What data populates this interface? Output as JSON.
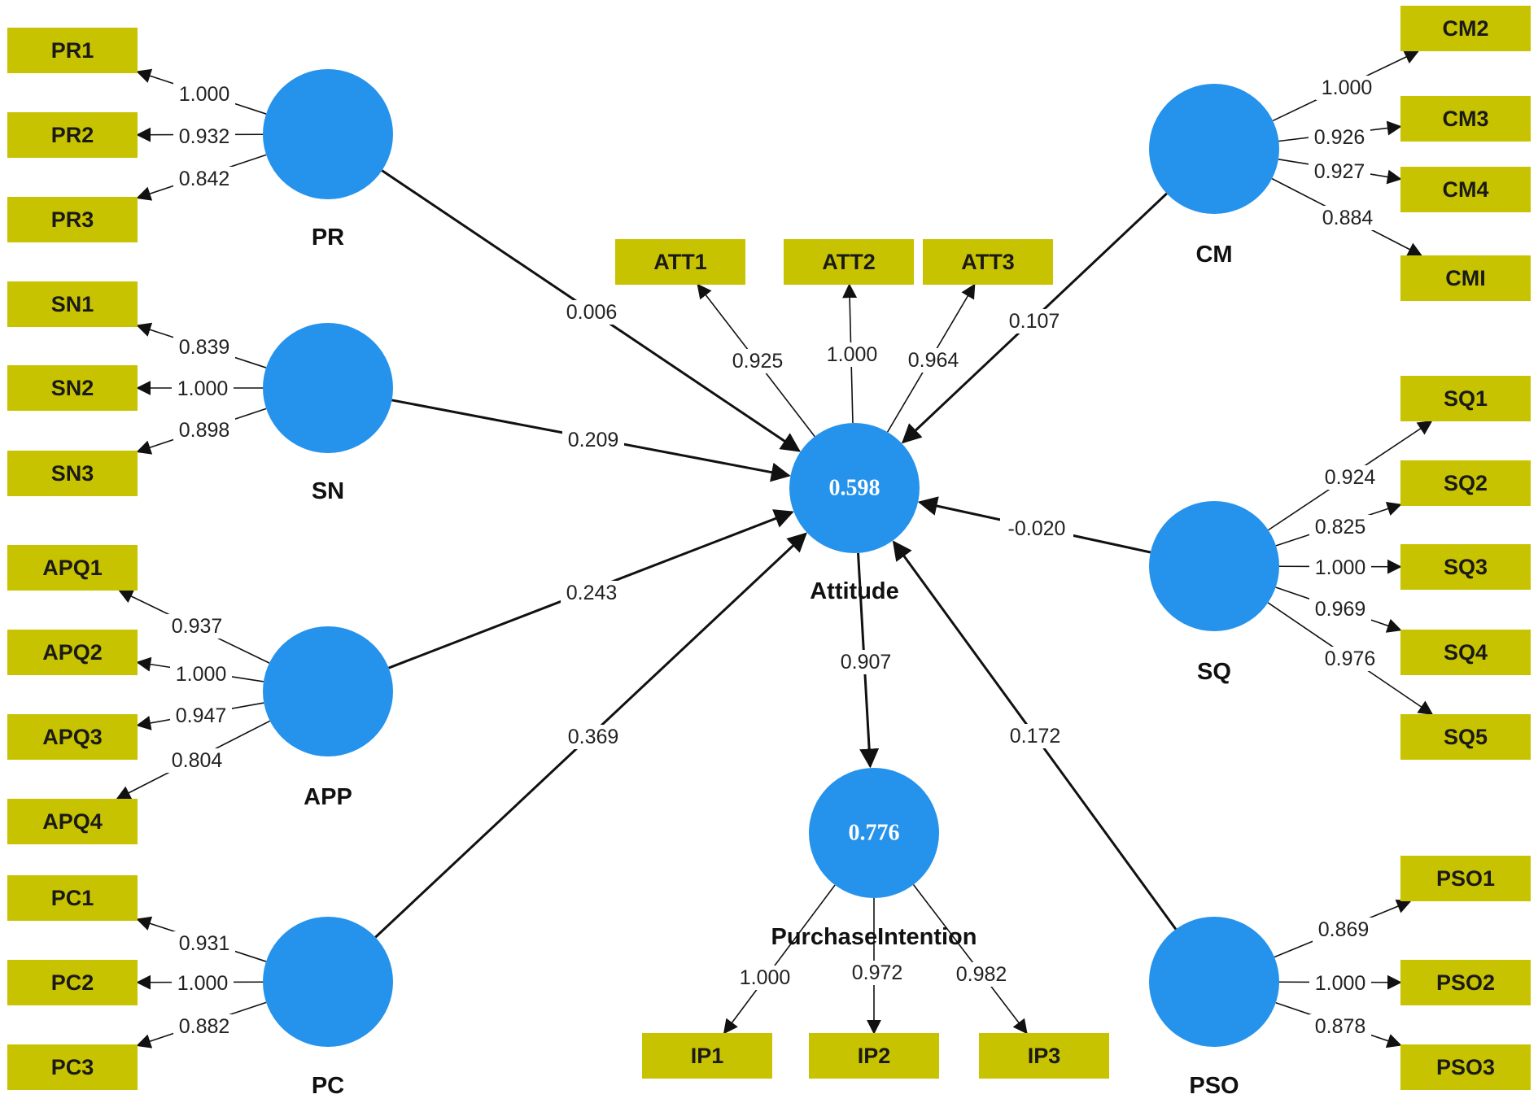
{
  "colors": {
    "indicator": "#c8c300",
    "latent": "#2592ec",
    "edge": "#111111"
  },
  "latents": {
    "PR": {
      "label": "PR",
      "value": ""
    },
    "SN": {
      "label": "SN",
      "value": ""
    },
    "APP": {
      "label": "APP",
      "value": ""
    },
    "PC": {
      "label": "PC",
      "value": ""
    },
    "CM": {
      "label": "CM",
      "value": ""
    },
    "SQ": {
      "label": "SQ",
      "value": ""
    },
    "PSO": {
      "label": "PSO",
      "value": ""
    },
    "ATT": {
      "label": "Attitude",
      "value": "0.598"
    },
    "PI": {
      "label": "PurchaseIntention",
      "value": "0.776"
    }
  },
  "indicators": {
    "PR1": "PR1",
    "PR2": "PR2",
    "PR3": "PR3",
    "SN1": "SN1",
    "SN2": "SN2",
    "SN3": "SN3",
    "APQ1": "APQ1",
    "APQ2": "APQ2",
    "APQ3": "APQ3",
    "APQ4": "APQ4",
    "PC1": "PC1",
    "PC2": "PC2",
    "PC3": "PC3",
    "CM2": "CM2",
    "CM3": "CM3",
    "CM4": "CM4",
    "CMI": "CMI",
    "SQ1": "SQ1",
    "SQ2": "SQ2",
    "SQ3": "SQ3",
    "SQ4": "SQ4",
    "SQ5": "SQ5",
    "PSO1": "PSO1",
    "PSO2": "PSO2",
    "PSO3": "PSO3",
    "ATT1": "ATT1",
    "ATT2": "ATT2",
    "ATT3": "ATT3",
    "IP1": "IP1",
    "IP2": "IP2",
    "IP3": "IP3"
  },
  "loadings": [
    {
      "from": "PR",
      "to": "PR1",
      "value": "1.000"
    },
    {
      "from": "PR",
      "to": "PR2",
      "value": "0.932"
    },
    {
      "from": "PR",
      "to": "PR3",
      "value": "0.842"
    },
    {
      "from": "SN",
      "to": "SN1",
      "value": "0.839"
    },
    {
      "from": "SN",
      "to": "SN2",
      "value": "1.000"
    },
    {
      "from": "SN",
      "to": "SN3",
      "value": "0.898"
    },
    {
      "from": "APP",
      "to": "APQ1",
      "value": "0.937"
    },
    {
      "from": "APP",
      "to": "APQ2",
      "value": "1.000"
    },
    {
      "from": "APP",
      "to": "APQ3",
      "value": "0.947"
    },
    {
      "from": "APP",
      "to": "APQ4",
      "value": "0.804"
    },
    {
      "from": "PC",
      "to": "PC1",
      "value": "0.931"
    },
    {
      "from": "PC",
      "to": "PC2",
      "value": "1.000"
    },
    {
      "from": "PC",
      "to": "PC3",
      "value": "0.882"
    },
    {
      "from": "CM",
      "to": "CM2",
      "value": "1.000"
    },
    {
      "from": "CM",
      "to": "CM3",
      "value": "0.926"
    },
    {
      "from": "CM",
      "to": "CM4",
      "value": "0.927"
    },
    {
      "from": "CM",
      "to": "CMI",
      "value": "0.884"
    },
    {
      "from": "SQ",
      "to": "SQ1",
      "value": "0.924"
    },
    {
      "from": "SQ",
      "to": "SQ2",
      "value": "0.825"
    },
    {
      "from": "SQ",
      "to": "SQ3",
      "value": "1.000"
    },
    {
      "from": "SQ",
      "to": "SQ4",
      "value": "0.969"
    },
    {
      "from": "SQ",
      "to": "SQ5",
      "value": "0.976"
    },
    {
      "from": "PSO",
      "to": "PSO1",
      "value": "0.869"
    },
    {
      "from": "PSO",
      "to": "PSO2",
      "value": "1.000"
    },
    {
      "from": "PSO",
      "to": "PSO3",
      "value": "0.878"
    },
    {
      "from": "ATT",
      "to": "ATT1",
      "value": "0.925"
    },
    {
      "from": "ATT",
      "to": "ATT2",
      "value": "1.000"
    },
    {
      "from": "ATT",
      "to": "ATT3",
      "value": "0.964"
    },
    {
      "from": "PI",
      "to": "IP1",
      "value": "1.000"
    },
    {
      "from": "PI",
      "to": "IP2",
      "value": "0.972"
    },
    {
      "from": "PI",
      "to": "IP3",
      "value": "0.982"
    }
  ],
  "paths": [
    {
      "from": "PR",
      "to": "ATT",
      "value": "0.006"
    },
    {
      "from": "SN",
      "to": "ATT",
      "value": "0.209"
    },
    {
      "from": "APP",
      "to": "ATT",
      "value": "0.243"
    },
    {
      "from": "PC",
      "to": "ATT",
      "value": "0.369"
    },
    {
      "from": "CM",
      "to": "ATT",
      "value": "0.107"
    },
    {
      "from": "SQ",
      "to": "ATT",
      "value": "-0.020"
    },
    {
      "from": "PSO",
      "to": "ATT",
      "value": "0.172"
    },
    {
      "from": "ATT",
      "to": "PI",
      "value": "0.907"
    }
  ]
}
